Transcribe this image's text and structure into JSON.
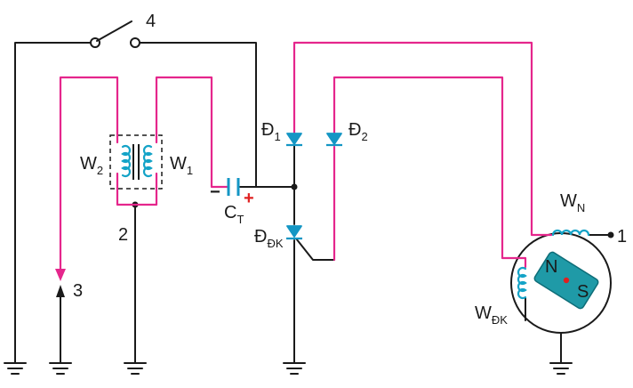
{
  "labels": {
    "switch_number": "4",
    "d1_main": "Đ",
    "d1_sub": "1",
    "d2_main": "Đ",
    "d2_sub": "2",
    "w2_main": "W",
    "w2_sub": "2",
    "w1_main": "W",
    "w1_sub": "1",
    "transformer_number": "2",
    "cap_minus": "−",
    "cap_plus": "+",
    "cap_main": "C",
    "cap_sub": "T",
    "ddk_main": "Đ",
    "ddk_sub": "ĐK",
    "wn_main": "W",
    "wn_sub": "N",
    "node1": "1",
    "spark_number": "3",
    "wdk_main": "W",
    "wdk_sub": "ĐK",
    "magnet_n": "N",
    "magnet_s": "S"
  },
  "colors": {
    "wire_black": "#1a1a1a",
    "wire_pink": "#e5268c",
    "coil": "#14a3c7",
    "diode": "#1496c4",
    "magnet": "#1f9aa7",
    "cap_plus": "#e02020"
  }
}
